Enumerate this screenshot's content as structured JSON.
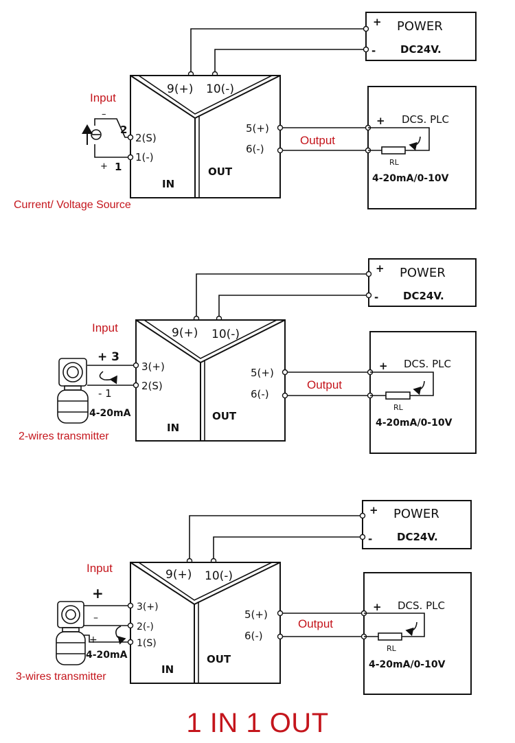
{
  "colors": {
    "label_red": "#c4151c",
    "line": "#111111"
  },
  "footer": {
    "title": "1 IN 1 OUT"
  },
  "diagrams": [
    {
      "power": {
        "plus": "+",
        "minus": "-",
        "title": "POWER",
        "voltage": "DC24V."
      },
      "terminals": {
        "pwr_plus": "9(+)",
        "pwr_minus": "10(-)",
        "out_plus": "5(+)",
        "out_minus": "6(-)"
      },
      "module": {
        "in_label": "IN",
        "out_label": "OUT"
      },
      "labels": {
        "input": "Input",
        "output": "Output",
        "source": "Current/ Voltage Source"
      },
      "input_terminals": [
        "2(S)",
        "1(-)"
      ],
      "source_marks": {
        "minus": "–",
        "plus": "+",
        "pin_a": "2",
        "pin_b": "1"
      },
      "dcs": {
        "plus": "+",
        "title": "DCS. PLC",
        "rl": "RL",
        "range": "4-20mA/0-10V"
      }
    },
    {
      "power": {
        "plus": "+",
        "minus": "-",
        "title": "POWER",
        "voltage": "DC24V."
      },
      "terminals": {
        "pwr_plus": "9(+)",
        "pwr_minus": "10(-)",
        "out_plus": "5(+)",
        "out_minus": "6(-)"
      },
      "module": {
        "in_label": "IN",
        "out_label": "OUT"
      },
      "labels": {
        "input": "Input",
        "output": "Output",
        "source": "2-wires transmitter"
      },
      "input_terminals": [
        "3(+)",
        "2(S)"
      ],
      "transmitter": {
        "plus3": "+ 3",
        "minus1": "- 1",
        "signal": "4-20mA"
      },
      "dcs": {
        "plus": "+",
        "title": "DCS. PLC",
        "rl": "RL",
        "range": "4-20mA/0-10V"
      }
    },
    {
      "power": {
        "plus": "+",
        "minus": "-",
        "title": "POWER",
        "voltage": "DC24V."
      },
      "terminals": {
        "pwr_plus": "9(+)",
        "pwr_minus": "10(-)",
        "out_plus": "5(+)",
        "out_minus": "6(-)"
      },
      "module": {
        "in_label": "IN",
        "out_label": "OUT"
      },
      "labels": {
        "input": "Input",
        "output": "Output",
        "source": "3-wires transmitter"
      },
      "input_terminals": [
        "3(+)",
        "2(-)",
        "1(S)"
      ],
      "transmitter": {
        "plus": "+",
        "minus": "–",
        "plus_inner": "+",
        "signal": "4-20mA"
      },
      "dcs": {
        "plus": "+",
        "title": "DCS. PLC",
        "rl": "RL",
        "range": "4-20mA/0-10V"
      }
    }
  ]
}
